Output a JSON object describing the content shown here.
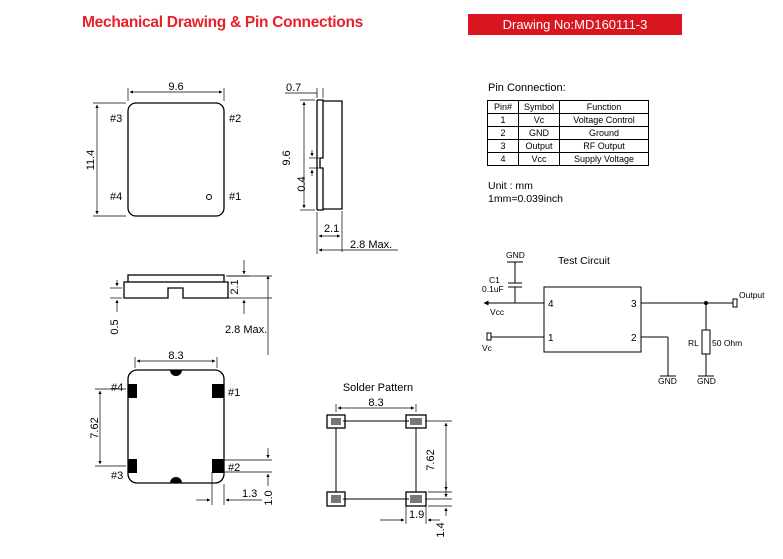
{
  "header": {
    "title": "Mechanical Drawing & Pin Connections",
    "drawing_no": "Drawing No:MD160111-3"
  },
  "pin_connection": {
    "title": "Pin Connection:",
    "headers": [
      "Pin#",
      "Symbol",
      "Function"
    ],
    "rows": [
      [
        "1",
        "Vc",
        "Voltage Control"
      ],
      [
        "2",
        "GND",
        "Ground"
      ],
      [
        "3",
        "Output",
        "RF Output"
      ],
      [
        "4",
        "Vcc",
        "Supply Voltage"
      ]
    ]
  },
  "units": {
    "line1": "Unit : mm",
    "line2": "1mm=0.039inch"
  },
  "top_view": {
    "width_dim": "9.6",
    "height_dim": "11.4",
    "pin3": "#3",
    "pin2": "#2",
    "pin4": "#4",
    "pin1": "#1"
  },
  "side_view": {
    "dim_top": "0.7",
    "dim_height": "9.6",
    "dim_notch": "0.4",
    "dim_bottom": "2.1",
    "dim_max": "2.8 Max."
  },
  "front_view": {
    "dim_21": "2.1",
    "dim_05": "0.5",
    "dim_max": "2.8 Max."
  },
  "bottom_view": {
    "width_dim": "8.3",
    "height_dim": "7.62",
    "pin4": "#4",
    "pin1": "#1",
    "pin3": "#3",
    "pin2": "#2",
    "dim_13": "1.3",
    "dim_10": "1.0"
  },
  "solder_pattern": {
    "title": "Solder Pattern",
    "width_dim": "8.3",
    "height_dim": "7.62",
    "dim_19": "1.9",
    "dim_14": "1.4"
  },
  "test_circuit": {
    "title": "Test Circuit",
    "gnd_top": "GND",
    "c1": "C1",
    "c1_value": "0.1uF",
    "vcc": "Vcc",
    "vc": "Vc",
    "pin4": "4",
    "pin3": "3",
    "pin1": "1",
    "pin2": "2",
    "output": "Output",
    "rl": "RL",
    "rl_value": "50 Ohm",
    "gnd_pin2": "GND",
    "gnd_rl": "GND"
  }
}
